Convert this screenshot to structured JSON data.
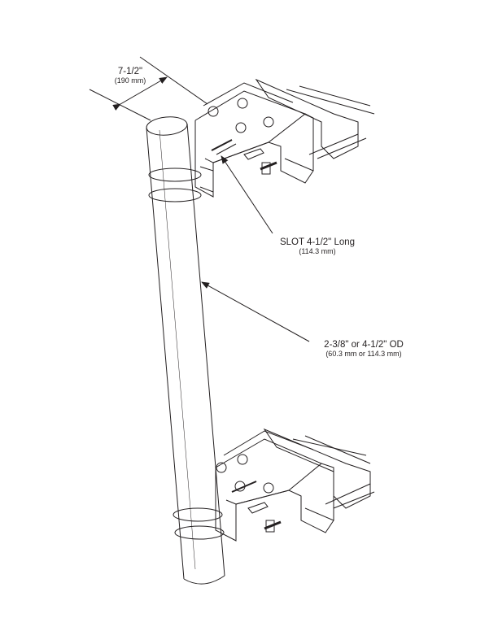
{
  "labels": {
    "width_dim": {
      "main": "7-1/2\"",
      "sub": "(190 mm)"
    },
    "slot": {
      "main": "SLOT 4-1/2\" Long",
      "sub": "(114.3 mm)"
    },
    "pipe_od": {
      "main": "2-3/8\" or 4-1/2\" OD",
      "sub": "(60.3 mm or 114.3 mm)"
    }
  },
  "colors": {
    "line": "#231f20",
    "background": "#ffffff"
  }
}
